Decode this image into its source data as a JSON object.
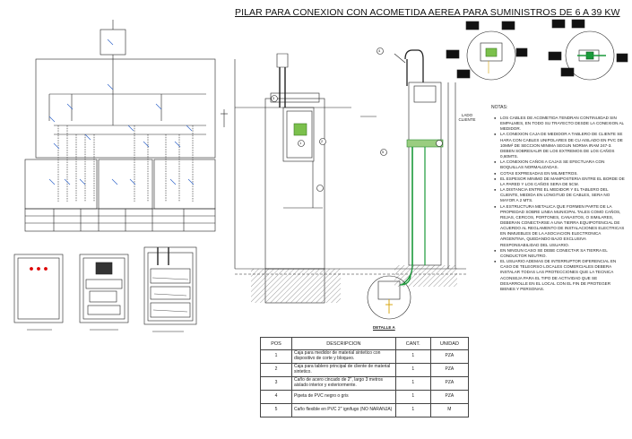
{
  "title": "PILAR PARA CONEXION CON ACOMETIDA AEREA PARA SUMINISTROS DE 6 A 39 KW",
  "detail_label": "DETALLE A",
  "side_label": "LADO CLIENTE",
  "notes_title": "NOTAS:",
  "notes": [
    "LOS CABLES DE ACOMETIDA TENDRAN CONTINUIDAD SIN EMPALMES, EN TODO SU TRAYECTO DESDE LA CONEXION AL MEDIDOR.",
    "LA CONEXION CAJA DE MEDIDOR A TABLERO DE CLIENTE SE HARA CON CABLES UNIPOLARES DE CU AISLADO EN PVC DE 10mm² DE SECCION MINIMA SEGUN NORMA IRAM 247-3. DEBEN SOBRESALIR DE LOS EXTREMOS DE LOS CAÑOS 0,60mts.",
    "LA CONEXION CAÑOS A CAJAS SE EFECTUARA CON BOQUILLAS NORMALIZADAS.",
    "COTAS EXPRESADAS EN MILIMETROS.",
    "EL ESPESOR MINIMO DE MAMPOSTERIA ENTRE EL BORDE DE LA PARED Y LOS CAÑOS SERA DE 5cm.",
    "LA DISTANCIA ENTRE EL MEDIDOR Y EL TABLERO DEL CLIENTE, MEDIDA EN LONGITUD DE CABLES, SERA NO MAYOR A 2 mts.",
    "LA ESTRUCTURA METALICA QUE FORMEN PARTE DE LA PROPIEDAD SOBRE LINEA MUNICIPAL TALES COMO CAÑOS, REJAS, CERCOS, PORTONES, CANASTOS, O SIMILARES, DEBERAN CONECTARSE A UNA TIERRA EQUIPOTENCIAL DE ACUERDO AL REGLAMENTO DE INSTALACIONES ELECTRICAS EN INMUEBLES DE LA ASOCIACION ELECTRONICA ARGENTINA, QUEDANDO BAJO EXCLUSIVA RESPONSABILIDAD DEL USUARIO.",
    "EN NINGUN CASO SE DEBE CONECTAR SA TIERRA EL CONDUCTOR NEUTRO.",
    "EL USUARIO ADEMAS DE INTERRUPTOR DIFERENCIAL EN CASO DE TELEGRSO LOCALES COMERCIALES DEBERA INSTALAR TODAS LAS PROTECCIONES QUE LA TECNICA ACONSEJA PARA EL TIPO DE ACTIVIDAD QUE SE DESARROLLE EN EL LOCAL CON EL FIN DE PROTEGER BIENES Y PERSONAS."
  ],
  "bom": {
    "headers": {
      "pos": "POS",
      "desc": "DESCRIPCION",
      "qty": "CANT.",
      "unit": "UNIDAD"
    },
    "rows": [
      {
        "pos": "1",
        "desc": "Caja para medidor de material sintetico con dispositivo de corte y bloqueo.",
        "qty": "1",
        "unit": "PZA"
      },
      {
        "pos": "2",
        "desc": "Caja para tablero principal de cliente de material sintetico.",
        "qty": "1",
        "unit": "PZA"
      },
      {
        "pos": "3",
        "desc": "Caño de acero cincado de 2\", largo 3 metros aislado interior y exteriormente.",
        "qty": "1",
        "unit": "PZA"
      },
      {
        "pos": "4",
        "desc": "Pipeta de PVC negro o gris",
        "qty": "1",
        "unit": "PZA"
      },
      {
        "pos": "5",
        "desc": "Caño flexible en PVC 2\" ignifugo (NO NARANJA)",
        "qty": "1",
        "unit": "M"
      }
    ]
  },
  "callouts": [
    "1",
    "2",
    "3",
    "4",
    "5"
  ],
  "colors": {
    "line": "#222222",
    "green": "#1a9a3a",
    "red": "#d40000"
  }
}
